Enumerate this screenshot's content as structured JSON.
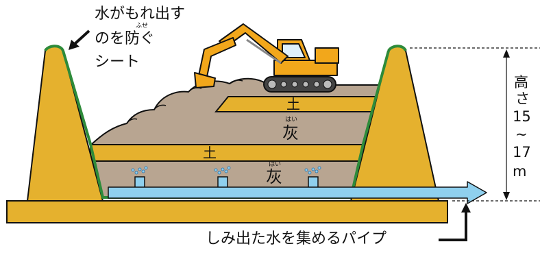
{
  "sheet_label": [
    "水がもれ出す",
    "のを防ぐ",
    "シート"
  ],
  "sheet_label_ruby": "ふせ",
  "height_label": [
    "高",
    "さ",
    "15",
    "~",
    "17",
    "m"
  ],
  "layers": {
    "soil_top": "土",
    "ash_upper": "灰",
    "ash_upper_ruby": "はい",
    "soil_mid": "土",
    "ash_lower": "灰",
    "ash_lower_ruby": "はい"
  },
  "pipe_label": "しみ出た水を集めるパイプ",
  "colors": {
    "wall": "#e5b12e",
    "soil": "#e5b12e",
    "ash": "#b8a591",
    "sheet": "#2e8b3a",
    "pipe": "#8fd0ee",
    "outline": "#111111"
  },
  "icons": [
    "excavator-icon",
    "water-spray-icon"
  ]
}
